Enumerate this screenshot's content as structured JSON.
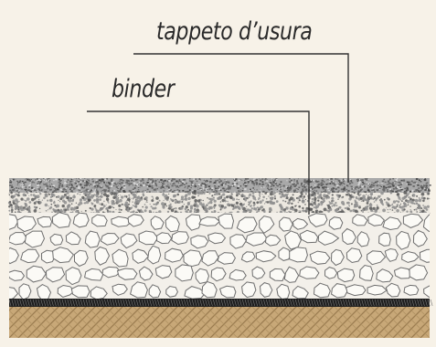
{
  "labels": {
    "tappeto": "tappeto d’usura",
    "binder": "binder"
  },
  "layers": [
    {
      "id": "tappeto-usura",
      "color": "#8a8a8a"
    },
    {
      "id": "binder",
      "color": "#b5b5b5"
    },
    {
      "id": "base",
      "color": "#e8e4dc"
    },
    {
      "id": "membrane",
      "color": "#222222"
    },
    {
      "id": "subgrade",
      "color": "#c8a878"
    }
  ],
  "colors": {
    "background": "#f7f2e8",
    "leader": "#333333",
    "stone_outline": "#6e6e6e"
  }
}
